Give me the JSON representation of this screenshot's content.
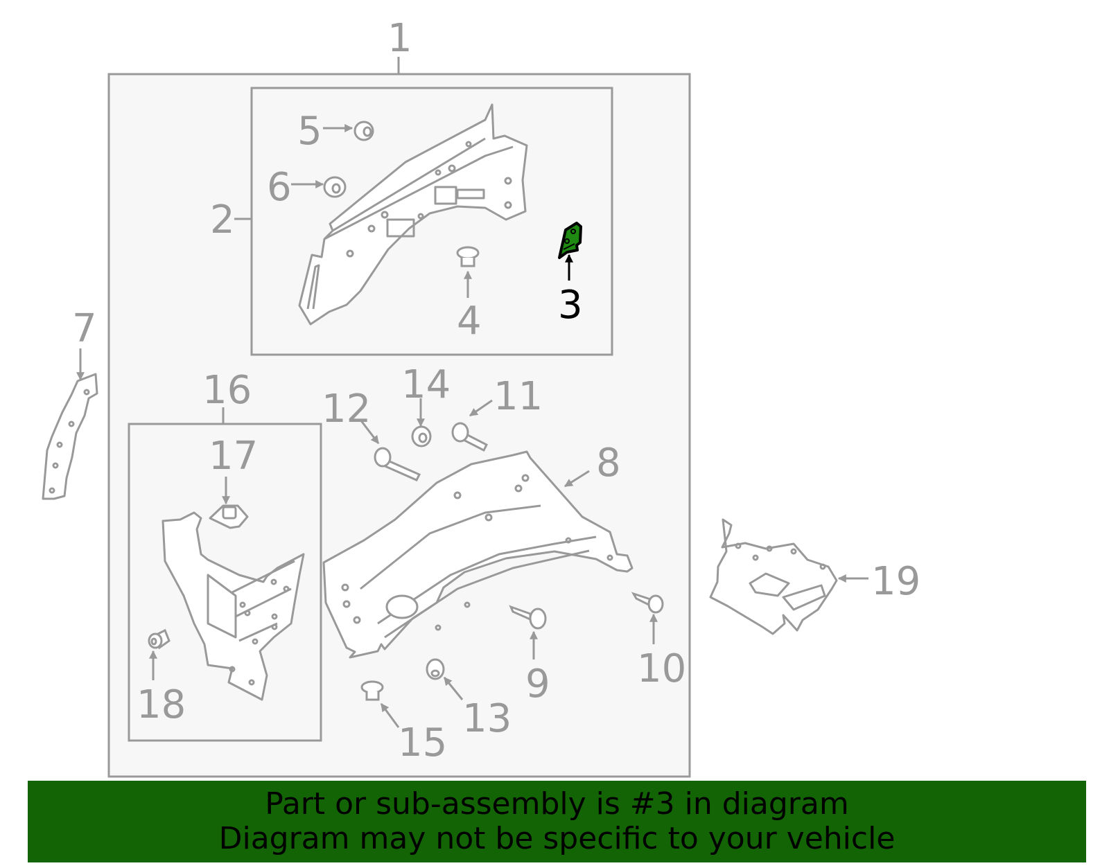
{
  "diagram": {
    "highlighted_part": "3",
    "colors": {
      "line": "#999999",
      "panel_fill": "#f7f7f7",
      "highlight_fill": "#1f8a12",
      "highlight_stroke": "#000000",
      "banner_bg": "#136405",
      "banner_text": "#000000"
    },
    "callouts": {
      "c1": "1",
      "c2": "2",
      "c3": "3",
      "c4": "4",
      "c5": "5",
      "c6": "6",
      "c7": "7",
      "c8": "8",
      "c9": "9",
      "c10": "10",
      "c11": "11",
      "c12": "12",
      "c13": "13",
      "c14": "14",
      "c15": "15",
      "c16": "16",
      "c17": "17",
      "c18": "18",
      "c19": "19"
    }
  },
  "banner": {
    "line1": "Part or sub-assembly is #3 in diagram",
    "line2": "Diagram may not be specific to your vehicle"
  }
}
